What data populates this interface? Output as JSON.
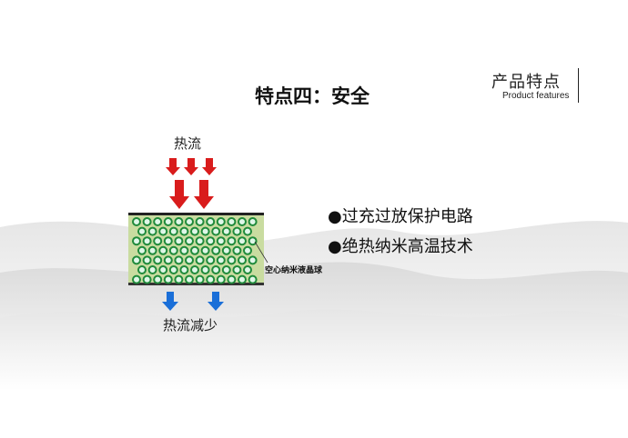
{
  "header": {
    "section_cn": "产品特点",
    "section_en": "Product features"
  },
  "title": "特点四：安全",
  "diagram": {
    "heat_in_label": "热流",
    "heat_out_label": "热流减少",
    "sphere_label": "空心纳米液晶球",
    "colors": {
      "hot_arrow": "#d91c1c",
      "cool_arrow": "#1a6fd8",
      "fill": "#c9dca0",
      "sphere": "#1f8a3a"
    }
  },
  "bullets": [
    "●过充过放保护电路",
    "●绝热纳米高温技术"
  ]
}
